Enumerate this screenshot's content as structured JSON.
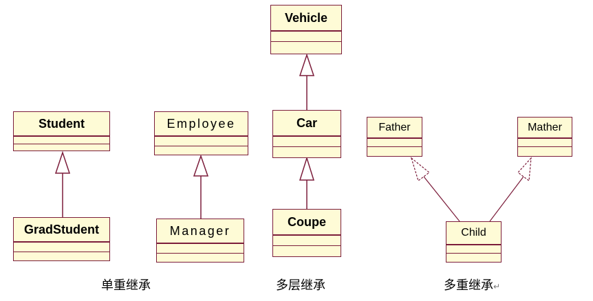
{
  "classes": {
    "student": "Student",
    "grad_student": "GradStudent",
    "employee": "Employee",
    "manager": "Manager",
    "vehicle": "Vehicle",
    "car": "Car",
    "coupe": "Coupe",
    "father": "Father",
    "mather": "Mather",
    "child": "Child"
  },
  "captions": {
    "single": "单重继承",
    "multilevel": "多层继承",
    "multiple": "多重继承",
    "return_mark": "↵"
  },
  "colors": {
    "box_fill": "#fefbd6",
    "border": "#7b1c3a",
    "connector": "#7b1c3a"
  }
}
